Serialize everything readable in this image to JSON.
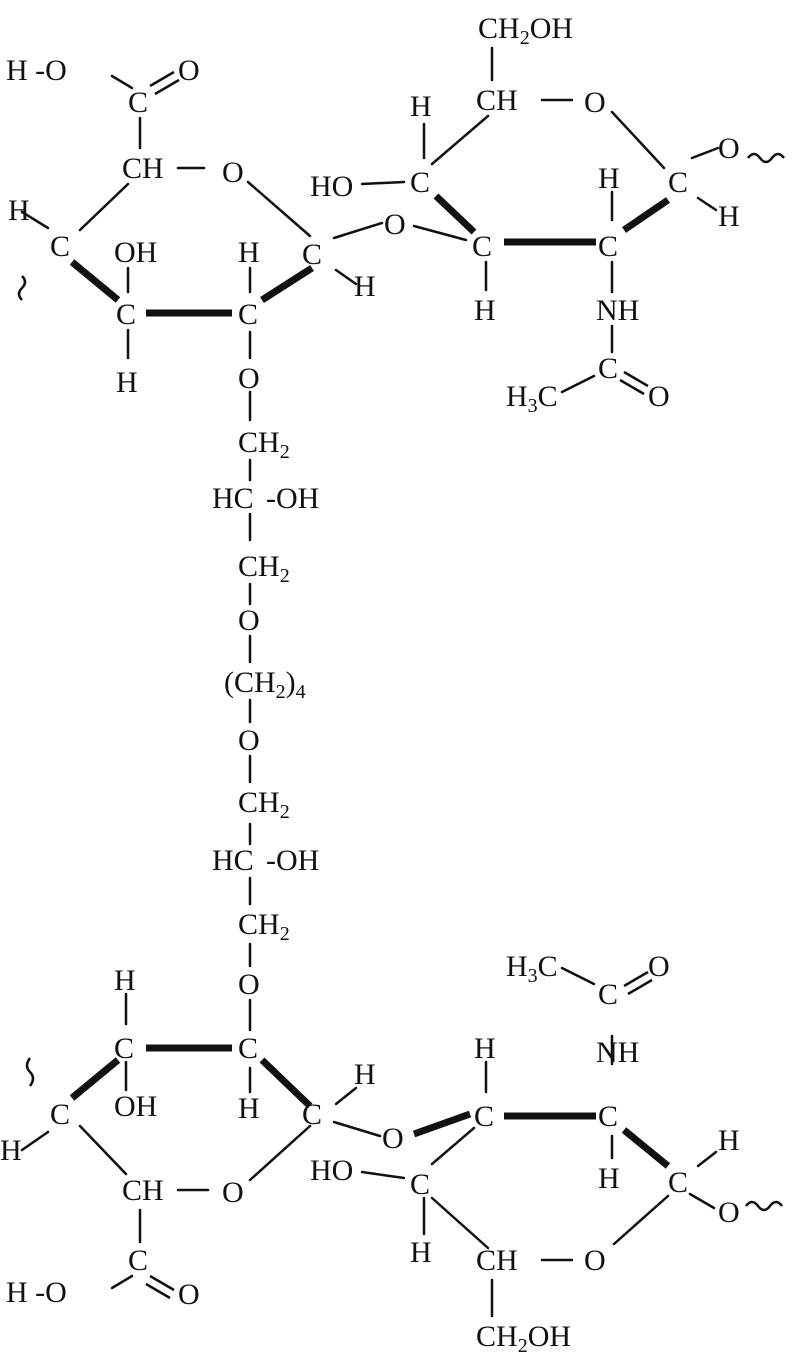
{
  "labels": {
    "top": {
      "hoA": "H -O",
      "oCarboxylA": "O",
      "cCarboxylA": "C",
      "ch5A": "CH",
      "ringOA": "O",
      "h4A": "H",
      "c4A": "C",
      "oh3A": "OH",
      "c3A": "C",
      "h3A": "H",
      "h2A": "H",
      "c2A": "C",
      "o2A": "O",
      "c1A": "C",
      "h1A": "H",
      "glyO1": "O",
      "ch2ohB": "CH2OH",
      "chB": "CH",
      "ringOB": "O",
      "h3B": "H",
      "ho3B": "HO",
      "c3B": "C",
      "c4B": "C",
      "h4B": "H",
      "h2B": "H",
      "c2B": "C",
      "c1B": "C",
      "h1B": "H",
      "o1B": "O",
      "nhB": "NH",
      "acCB": "C",
      "acOB": "O",
      "h3cB": "H3C"
    },
    "linker": {
      "ch2a": "CH2",
      "hc1": "HC",
      "oh1": "-OH",
      "ch2b": "CH2",
      "oLink1": "O",
      "ch2n": "(CH2)4",
      "oLink2": "O",
      "ch2c": "CH2",
      "hc2": "HC",
      "oh2": "-OH",
      "ch2d": "CH2",
      "o2C": "O"
    },
    "bottom": {
      "h3C": "H",
      "c3C": "C",
      "oh3C": "OH",
      "c2C": "C",
      "h2C": "H",
      "c1C": "C",
      "h1C": "H",
      "c4C": "C",
      "h4C": "H",
      "ch5C": "CH",
      "ringOC": "O",
      "cCarboxylC": "C",
      "hoC": "H -O",
      "oCarboxylC": "O",
      "glyO2": "O",
      "h4D": "H",
      "c4D": "C",
      "c2D": "C",
      "h2D": "H",
      "nhD": "NH",
      "acCD": "C",
      "acOD": "O",
      "h3cD": "H3C",
      "ho3D": "HO",
      "c3D": "C",
      "h3D": "H",
      "c1D": "C",
      "h1D": "H",
      "o1D": "O",
      "chD": "CH",
      "ringOD": "O",
      "ch2ohD": "CH2OH"
    }
  }
}
